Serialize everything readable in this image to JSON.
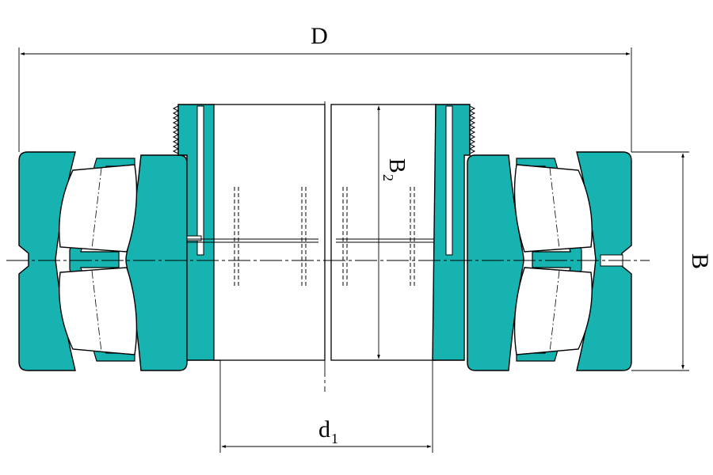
{
  "diagram": {
    "labels": {
      "outer_diameter": "D",
      "width": "B",
      "sleeve_width": "B",
      "sleeve_width_sub": "2",
      "bore_diameter": "d",
      "bore_diameter_sub": "1"
    },
    "colors": {
      "ring_fill": "#17b3b0",
      "line": "#000000",
      "roller_fill": "#ffffff",
      "background": "#ffffff"
    }
  }
}
